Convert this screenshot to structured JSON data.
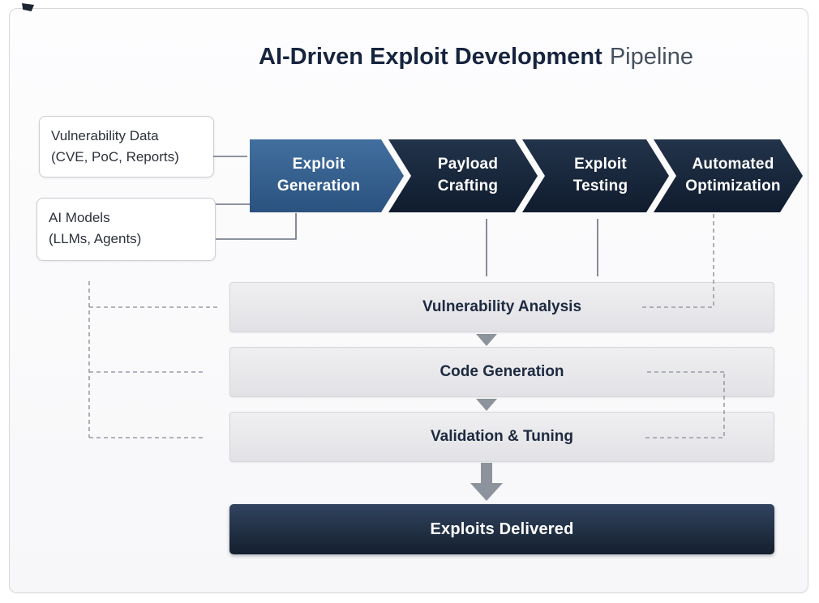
{
  "title": {
    "main": "AI-Driven Exploit Development",
    "suffix": "Pipeline"
  },
  "inputs": [
    {
      "line1": "Vulnerability Data",
      "line2": "(CVE, PoC, Reports)"
    },
    {
      "line1": "AI Models",
      "line2": "(LLMs, Agents)"
    }
  ],
  "pipeline_stages": [
    {
      "line1": "Exploit",
      "line2": "Generation",
      "color": "#2e5a8c"
    },
    {
      "line1": "Payload",
      "line2": "Crafting",
      "color": "#17263c"
    },
    {
      "line1": "Exploit",
      "line2": "Testing",
      "color": "#17263c"
    },
    {
      "line1": "Automated",
      "line2": "Optimization",
      "color": "#17263c"
    }
  ],
  "process_bars": [
    {
      "label": "Vulnerability Analysis"
    },
    {
      "label": "Code Generation"
    },
    {
      "label": "Validation & Tuning"
    }
  ],
  "output": {
    "label": "Exploits Delivered"
  },
  "colors": {
    "accent_blue": "#2e5a8c",
    "dark_navy": "#17263c",
    "bar_gray": "#e9e9ec",
    "arrow_gray": "#8d939c"
  }
}
